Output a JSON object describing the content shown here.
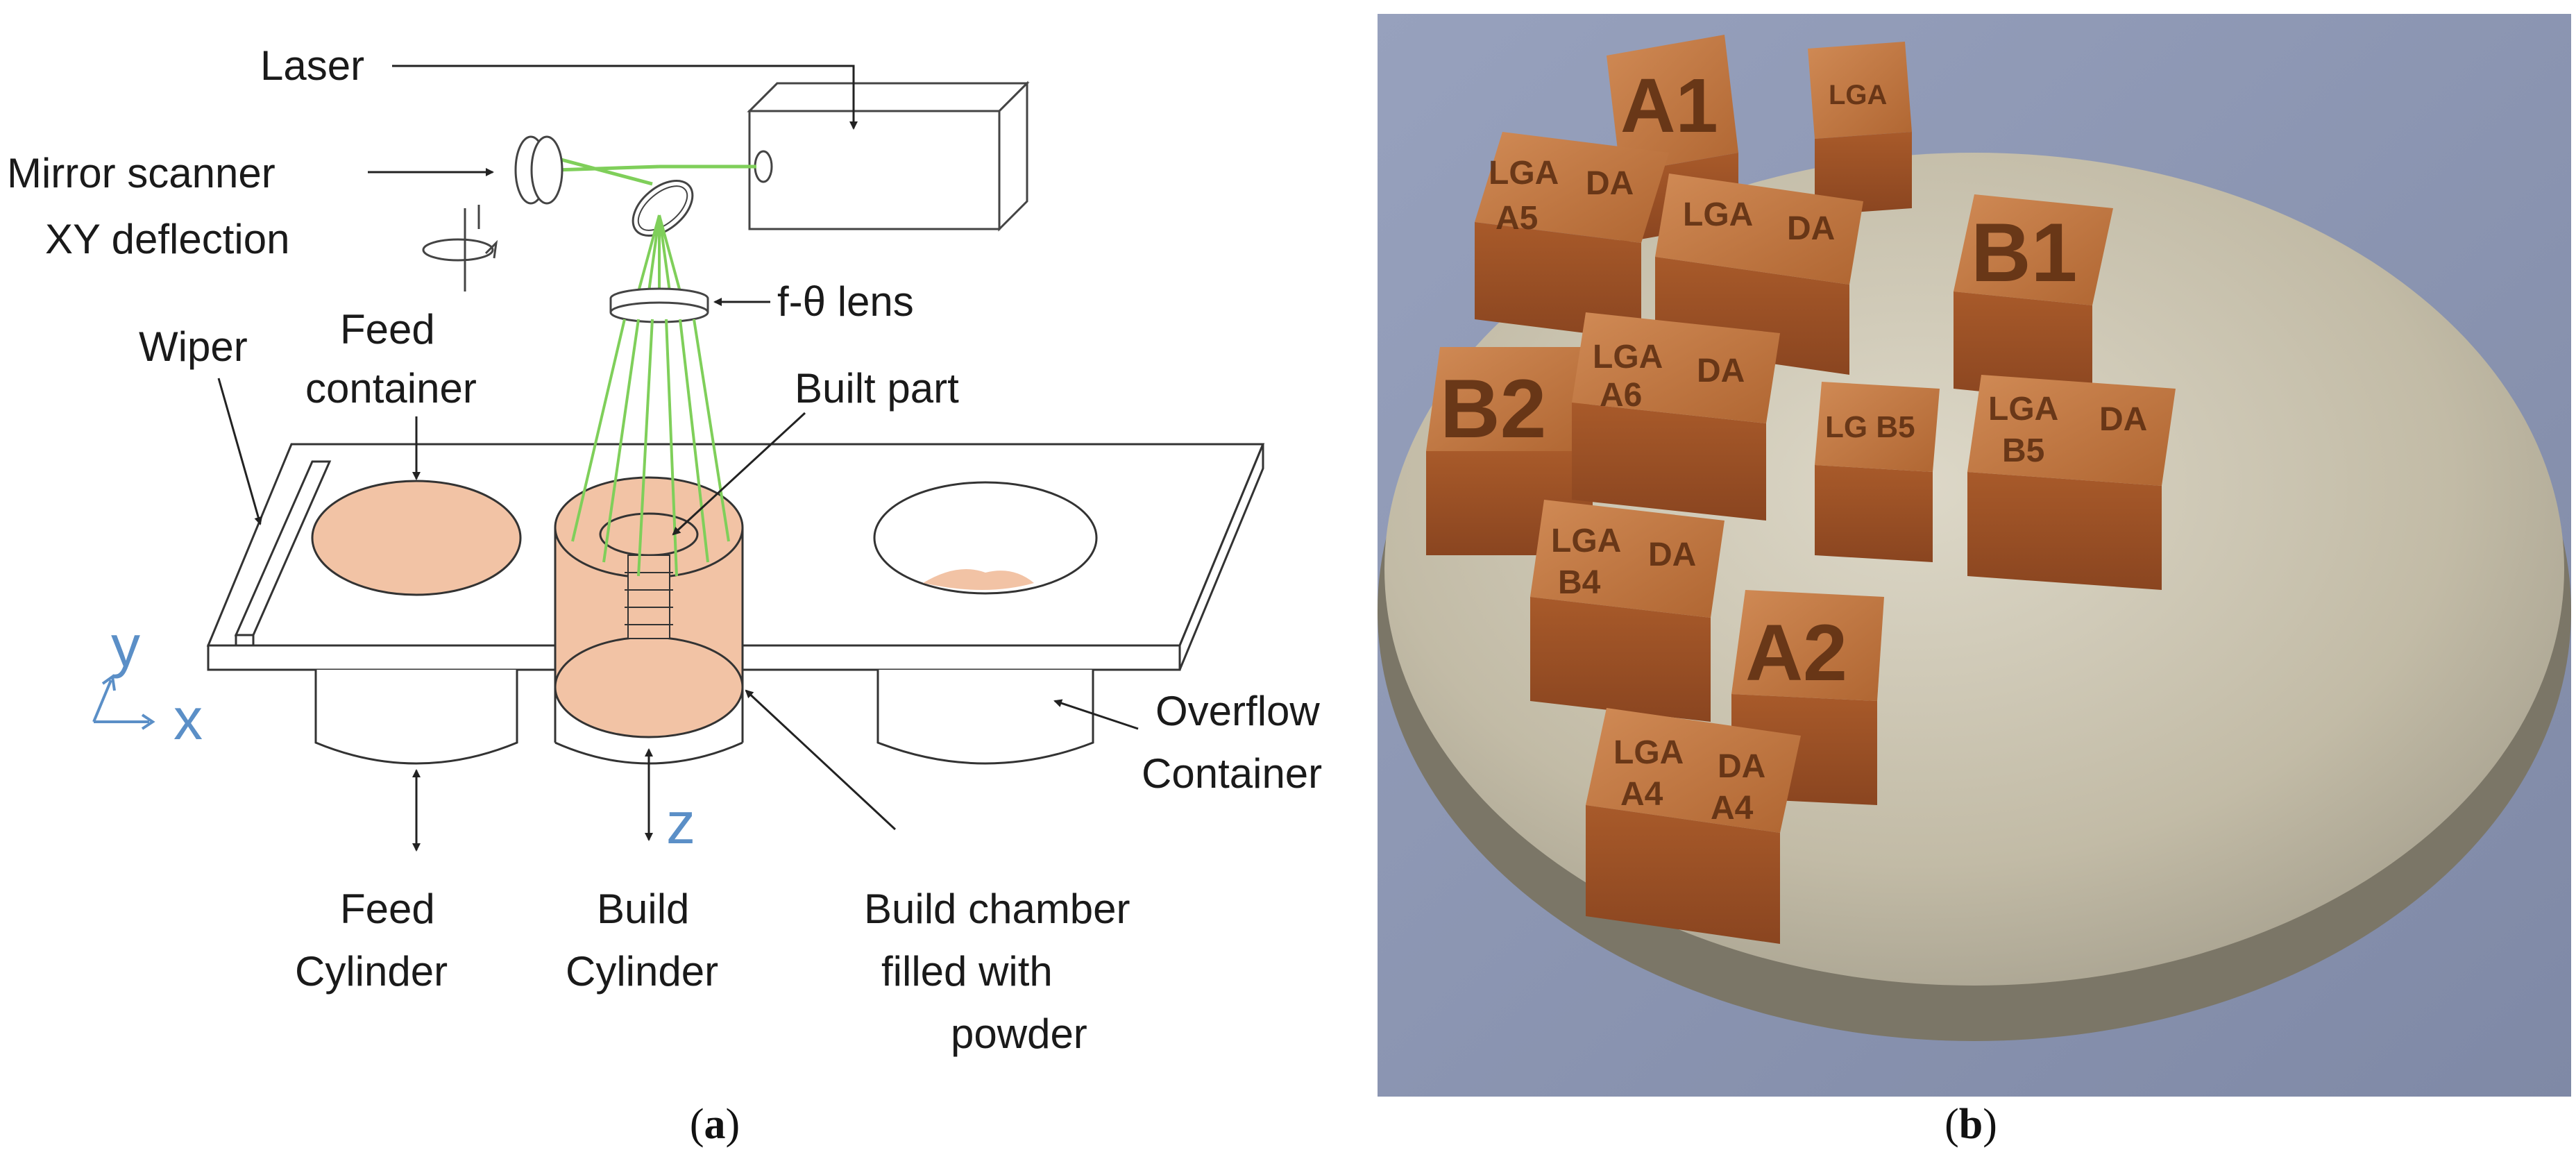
{
  "panel_a": {
    "labels": {
      "laser": "Laser",
      "mirror_scanner": "Mirror scanner",
      "xy_deflection": "XY deflection",
      "f_theta_lens": "f-θ lens",
      "wiper": "Wiper",
      "feed_container_1": "Feed",
      "feed_container_2": "container",
      "built_part": "Built part",
      "overflow_1": "Overflow",
      "overflow_2": "Container",
      "feed_cyl_1": "Feed",
      "feed_cyl_2": "Cylinder",
      "build_cyl_1": "Build",
      "build_cyl_2": "Cylinder",
      "chamber_1": "Build chamber",
      "chamber_2": "filled with",
      "chamber_3": "powder",
      "axis_y": "y",
      "axis_x": "x",
      "axis_z": "z"
    },
    "caption_letter": "a"
  },
  "panel_b": {
    "stamps": {
      "a1": "A1",
      "a2": "A2",
      "b1": "B1",
      "b2": "B2",
      "lga": "LGA",
      "da": "DA",
      "a5": "A5",
      "b5": "B5",
      "a6": "A6",
      "b4": "B4",
      "a4": "A4",
      "lgb5": "LG B5",
      "lga_small": "LGA"
    },
    "caption_letter": "b"
  },
  "colors": {
    "powder": "#f2c3a5",
    "beam": "#7fcf5a",
    "axis": "#5b8fc7",
    "copper": "#b8683a",
    "plate": "#c9c2ae",
    "cloth": "#8d97b4"
  }
}
